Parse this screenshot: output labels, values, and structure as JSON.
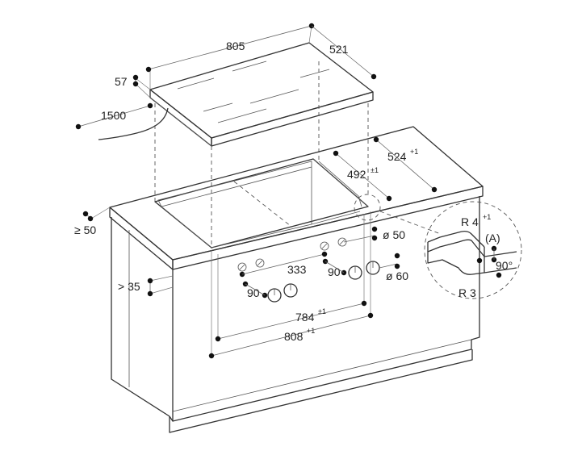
{
  "dimensions": {
    "cooktop_width": "805",
    "cooktop_depth": "521",
    "cooktop_thickness": "57",
    "cable_length": "1500",
    "cutout_depth": "492",
    "cutout_depth_tol": "±1",
    "cutout_rear": "524",
    "cutout_rear_tol": "+1",
    "side_clearance": "≥ 50",
    "front_clearance": "> 35",
    "knob_spacing": "333",
    "knob_hole_diameter": "ø 50",
    "knob_diameter": "ø 60",
    "knob_angle_left": "90",
    "knob_angle_right": "90",
    "cutout_inner_width": "784",
    "cutout_inner_tol": "±1",
    "cutout_outer_width": "808",
    "cutout_outer_tol": "+1"
  },
  "detail": {
    "radius_top": "R 4",
    "radius_top_tol": "+1",
    "radius_bottom": "R 3",
    "marker": "(A)",
    "angle": "90°"
  }
}
